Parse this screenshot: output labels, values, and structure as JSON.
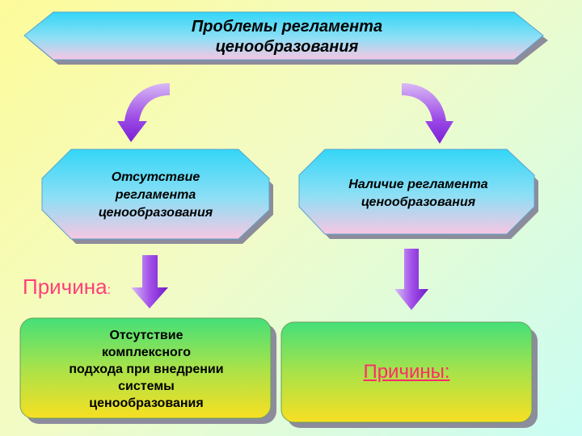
{
  "title": {
    "line1": "Проблемы регламента",
    "line2": "ценообразования"
  },
  "left_box": {
    "line1": "Отсутствие",
    "line2": "регламента",
    "line3": "ценообразования"
  },
  "right_box": {
    "line1": "Наличие регламента",
    "line2": "ценообразования"
  },
  "reason_label": {
    "text": "Причина",
    "colon": ":"
  },
  "bottom_left": {
    "line1": "Отсутствие",
    "line2": "комплексного",
    "line3": "подхода при внедрении",
    "line4": "системы",
    "line5": "ценообразования"
  },
  "bottom_right": {
    "text": "Причины:"
  },
  "colors": {
    "box_cyan": "#33d6f7",
    "box_pink": "#f7c6e2",
    "bottom_green": "#44e079",
    "bottom_yellow": "#f8df22",
    "arrow_purple": "#8a2be2",
    "reason_pink": "#ff3f7a"
  }
}
